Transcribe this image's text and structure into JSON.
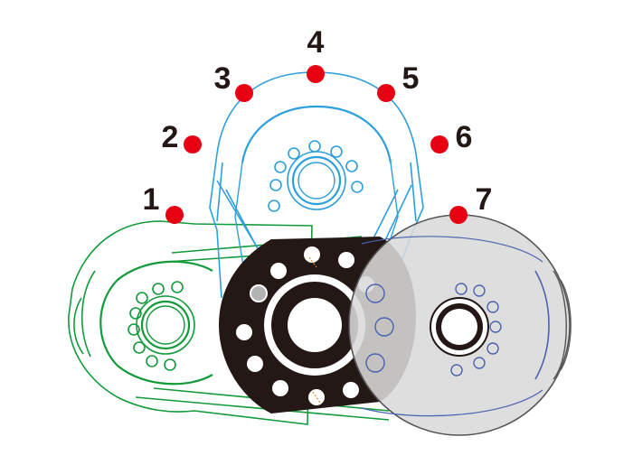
{
  "diagram": {
    "positions": [
      {
        "label": "1"
      },
      {
        "label": "2"
      },
      {
        "label": "3"
      },
      {
        "label": "4"
      },
      {
        "label": "5"
      },
      {
        "label": "6"
      },
      {
        "label": "7"
      }
    ],
    "colors": {
      "marker": "#e60012",
      "label": "#231815",
      "green_outline": "#139a3a",
      "blue_outline": "#2d9fdc",
      "black_part": "#231815",
      "grey_part_fill": "#d9d9d9",
      "grey_part_stroke": "#555555",
      "grey_part_holes": "#4a63b0"
    }
  }
}
